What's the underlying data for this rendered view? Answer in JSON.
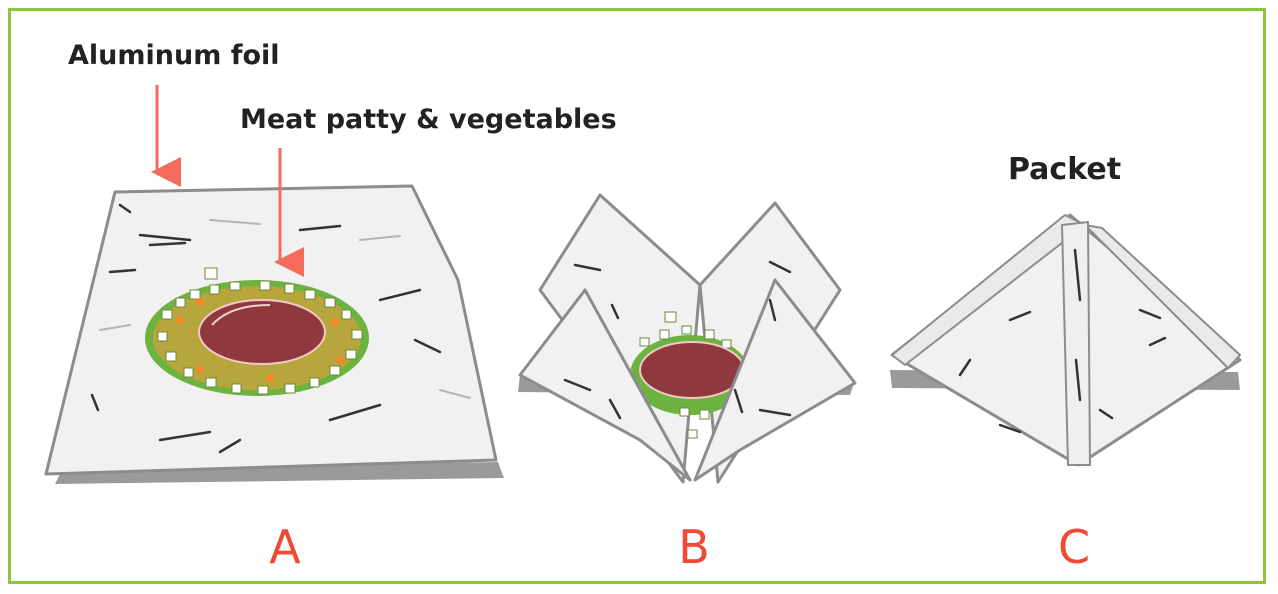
{
  "labels": {
    "aluminum_foil": "Aluminum foil",
    "meat_patty": "Meat patty & vegetables",
    "packet": "Packet"
  },
  "steps": {
    "a": "A",
    "b": "B",
    "c": "C"
  },
  "colors": {
    "frame_border": "#8cc63f",
    "arrow": "#f26b5b",
    "step_letters": "#ef4a36",
    "foil_fill": "#f1f1f1",
    "foil_edge": "#8c8c8c",
    "meat": "#8e3a3c",
    "vegetables_green": "#6db33f",
    "vegetables_orange": "#f29a3a"
  }
}
